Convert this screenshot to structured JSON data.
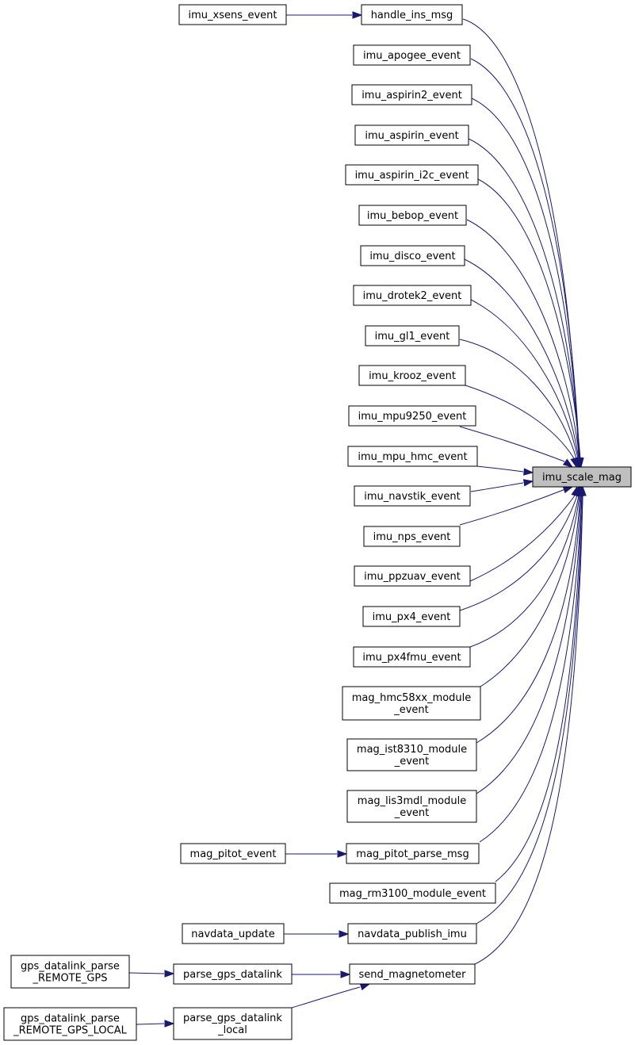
{
  "graph": {
    "accent_color": "#191970",
    "target": "imu_scale_mag",
    "nodes": [
      {
        "id": "imu_scale_mag",
        "lines": [
          "imu_scale_mag"
        ]
      },
      {
        "id": "handle_ins_msg",
        "lines": [
          "handle_ins_msg"
        ]
      },
      {
        "id": "imu_xsens_event",
        "lines": [
          "imu_xsens_event"
        ]
      },
      {
        "id": "imu_apogee_event",
        "lines": [
          "imu_apogee_event"
        ]
      },
      {
        "id": "imu_aspirin2_event",
        "lines": [
          "imu_aspirin2_event"
        ]
      },
      {
        "id": "imu_aspirin_event",
        "lines": [
          "imu_aspirin_event"
        ]
      },
      {
        "id": "imu_aspirin_i2c_event",
        "lines": [
          "imu_aspirin_i2c_event"
        ]
      },
      {
        "id": "imu_bebop_event",
        "lines": [
          "imu_bebop_event"
        ]
      },
      {
        "id": "imu_disco_event",
        "lines": [
          "imu_disco_event"
        ]
      },
      {
        "id": "imu_drotek2_event",
        "lines": [
          "imu_drotek2_event"
        ]
      },
      {
        "id": "imu_gl1_event",
        "lines": [
          "imu_gl1_event"
        ]
      },
      {
        "id": "imu_krooz_event",
        "lines": [
          "imu_krooz_event"
        ]
      },
      {
        "id": "imu_mpu9250_event",
        "lines": [
          "imu_mpu9250_event"
        ]
      },
      {
        "id": "imu_mpu_hmc_event",
        "lines": [
          "imu_mpu_hmc_event"
        ]
      },
      {
        "id": "imu_navstik_event",
        "lines": [
          "imu_navstik_event"
        ]
      },
      {
        "id": "imu_nps_event",
        "lines": [
          "imu_nps_event"
        ]
      },
      {
        "id": "imu_ppzuav_event",
        "lines": [
          "imu_ppzuav_event"
        ]
      },
      {
        "id": "imu_px4_event",
        "lines": [
          "imu_px4_event"
        ]
      },
      {
        "id": "imu_px4fmu_event",
        "lines": [
          "imu_px4fmu_event"
        ]
      },
      {
        "id": "mag_hmc58xx_module_event",
        "lines": [
          "mag_hmc58xx_module",
          "_event"
        ]
      },
      {
        "id": "mag_ist8310_module_event",
        "lines": [
          "mag_ist8310_module",
          "_event"
        ]
      },
      {
        "id": "mag_lis3mdl_module_event",
        "lines": [
          "mag_lis3mdl_module",
          "_event"
        ]
      },
      {
        "id": "mag_pitot_parse_msg",
        "lines": [
          "mag_pitot_parse_msg"
        ]
      },
      {
        "id": "mag_pitot_event",
        "lines": [
          "mag_pitot_event"
        ]
      },
      {
        "id": "mag_rm3100_module_event",
        "lines": [
          "mag_rm3100_module_event"
        ]
      },
      {
        "id": "navdata_publish_imu",
        "lines": [
          "navdata_publish_imu"
        ]
      },
      {
        "id": "navdata_update",
        "lines": [
          "navdata_update"
        ]
      },
      {
        "id": "send_magnetometer",
        "lines": [
          "send_magnetometer"
        ]
      },
      {
        "id": "parse_gps_datalink",
        "lines": [
          "parse_gps_datalink"
        ]
      },
      {
        "id": "gps_datalink_parse_REMOTE_GPS",
        "lines": [
          "gps_datalink_parse",
          "_REMOTE_GPS"
        ]
      },
      {
        "id": "parse_gps_datalink_local",
        "lines": [
          "parse_gps_datalink",
          "_local"
        ]
      },
      {
        "id": "gps_datalink_parse_REMOTE_GPS_LOCAL",
        "lines": [
          "gps_datalink_parse",
          "_REMOTE_GPS_LOCAL"
        ]
      }
    ],
    "edges": [
      {
        "from": "handle_ins_msg",
        "to": "imu_scale_mag"
      },
      {
        "from": "imu_xsens_event",
        "to": "handle_ins_msg"
      },
      {
        "from": "imu_apogee_event",
        "to": "imu_scale_mag"
      },
      {
        "from": "imu_aspirin2_event",
        "to": "imu_scale_mag"
      },
      {
        "from": "imu_aspirin_event",
        "to": "imu_scale_mag"
      },
      {
        "from": "imu_aspirin_i2c_event",
        "to": "imu_scale_mag"
      },
      {
        "from": "imu_bebop_event",
        "to": "imu_scale_mag"
      },
      {
        "from": "imu_disco_event",
        "to": "imu_scale_mag"
      },
      {
        "from": "imu_drotek2_event",
        "to": "imu_scale_mag"
      },
      {
        "from": "imu_gl1_event",
        "to": "imu_scale_mag"
      },
      {
        "from": "imu_krooz_event",
        "to": "imu_scale_mag"
      },
      {
        "from": "imu_mpu9250_event",
        "to": "imu_scale_mag"
      },
      {
        "from": "imu_mpu_hmc_event",
        "to": "imu_scale_mag"
      },
      {
        "from": "imu_navstik_event",
        "to": "imu_scale_mag"
      },
      {
        "from": "imu_nps_event",
        "to": "imu_scale_mag"
      },
      {
        "from": "imu_ppzuav_event",
        "to": "imu_scale_mag"
      },
      {
        "from": "imu_px4_event",
        "to": "imu_scale_mag"
      },
      {
        "from": "imu_px4fmu_event",
        "to": "imu_scale_mag"
      },
      {
        "from": "mag_hmc58xx_module_event",
        "to": "imu_scale_mag"
      },
      {
        "from": "mag_ist8310_module_event",
        "to": "imu_scale_mag"
      },
      {
        "from": "mag_lis3mdl_module_event",
        "to": "imu_scale_mag"
      },
      {
        "from": "mag_pitot_parse_msg",
        "to": "imu_scale_mag"
      },
      {
        "from": "mag_pitot_event",
        "to": "mag_pitot_parse_msg"
      },
      {
        "from": "mag_rm3100_module_event",
        "to": "imu_scale_mag"
      },
      {
        "from": "navdata_publish_imu",
        "to": "imu_scale_mag"
      },
      {
        "from": "navdata_update",
        "to": "navdata_publish_imu"
      },
      {
        "from": "send_magnetometer",
        "to": "imu_scale_mag"
      },
      {
        "from": "parse_gps_datalink",
        "to": "send_magnetometer"
      },
      {
        "from": "gps_datalink_parse_REMOTE_GPS",
        "to": "parse_gps_datalink"
      },
      {
        "from": "parse_gps_datalink_local",
        "to": "send_magnetometer"
      },
      {
        "from": "gps_datalink_parse_REMOTE_GPS_LOCAL",
        "to": "parse_gps_datalink_local"
      }
    ]
  }
}
